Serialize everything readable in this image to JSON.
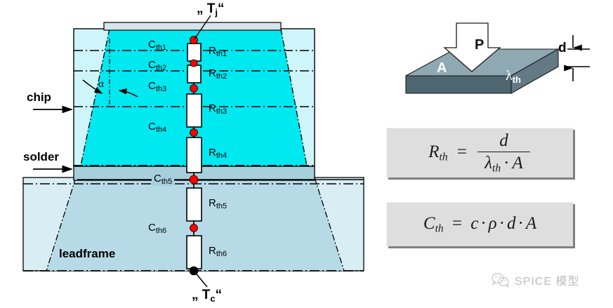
{
  "figure": {
    "title": "Thermal RC network model of chip / solder / leadframe stack",
    "left_diagram": {
      "node_top_label": "„ T",
      "node_top_sub": "j",
      "node_top_close": "“",
      "node_bottom_label": "„ T",
      "node_bottom_sub": "c",
      "node_bottom_close": "“",
      "alpha_symbol": "α",
      "region_labels": [
        {
          "name": "chip-label",
          "text": "chip"
        },
        {
          "name": "solder-label",
          "text": "solder"
        },
        {
          "name": "leadframe-label",
          "text": "leadframe"
        }
      ],
      "capacitors": [
        {
          "base": "C",
          "sub": "th1"
        },
        {
          "base": "C",
          "sub": "th2"
        },
        {
          "base": "C",
          "sub": "th3"
        },
        {
          "base": "C",
          "sub": "th4"
        },
        {
          "base": "C",
          "sub": "th5"
        },
        {
          "base": "C",
          "sub": "th6"
        }
      ],
      "resistors": [
        {
          "base": "R",
          "sub": "th1"
        },
        {
          "base": "R",
          "sub": "th2"
        },
        {
          "base": "R",
          "sub": "th3"
        },
        {
          "base": "R",
          "sub": "th4"
        },
        {
          "base": "R",
          "sub": "th5"
        },
        {
          "base": "R",
          "sub": "th6"
        }
      ],
      "colors": {
        "chip_active": "#00e8f0",
        "chip_inactive": "#cdf5fa",
        "solder": "#a8cfdc",
        "leadframe": "#b6dbe6",
        "leadframe_light": "#d9eef4",
        "metal_top": "#d6e5ec",
        "node_red": "#ff0000",
        "node_black": "#000000",
        "outline": "#000000"
      }
    },
    "slab_diagram": {
      "power_label": "P",
      "area_label": "A",
      "lambda_label": "λ",
      "lambda_sub": "th",
      "thickness_label": "d",
      "colors": {
        "top_face": "#8fa9b2",
        "front_face": "#4e6670",
        "side_face": "#637a84"
      }
    },
    "formulas": [
      {
        "name": "thermal-resistance-formula",
        "lhs_base": "R",
        "lhs_sub": "th",
        "eq": "=",
        "numerator": "d",
        "den_lambda": "λ",
        "den_lambda_sub": "th",
        "den_dot": "·",
        "den_area": "A",
        "plain": "R_th = d / (λ_th · A)"
      },
      {
        "name": "thermal-capacitance-formula",
        "lhs_base": "C",
        "lhs_sub": "th",
        "eq": "=",
        "rhs": "c · ρ · d · A",
        "terms": [
          "c",
          "·",
          "ρ",
          "·",
          "d",
          "·",
          "A"
        ],
        "plain": "C_th = c · ρ · d · A"
      }
    ],
    "watermark": {
      "text": "SPICE 模型",
      "icon": "wechat-icon"
    }
  }
}
